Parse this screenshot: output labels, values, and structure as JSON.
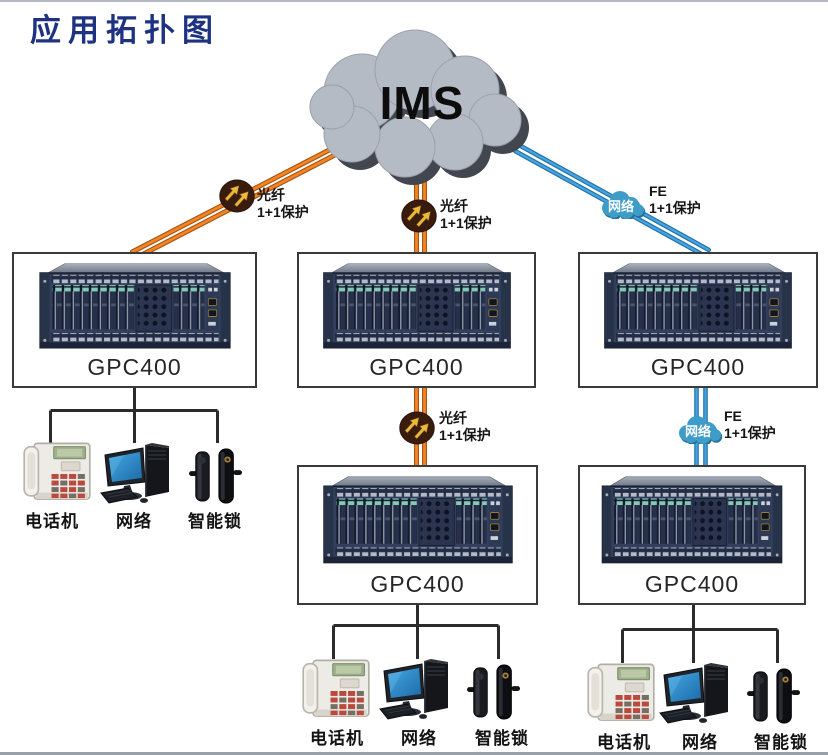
{
  "title": "应用拓扑图",
  "ims_label": "IMS",
  "gpc_label": "GPC400",
  "links": {
    "fiber": {
      "name": "光纤",
      "protection": "1+1保护"
    },
    "fe": {
      "name": "FE",
      "protection": "1+1保护",
      "cloud_text": "网络"
    }
  },
  "endpoints": {
    "phone": "电话机",
    "network": "网络",
    "lock": "智能锁"
  },
  "colors": {
    "title": "#1e3282",
    "fiber_line": "#f08426",
    "fe_line": "#49a3de",
    "tree_line": "#2b2b2b",
    "ims_cloud": "#b5bbc5",
    "net_cloud_icon": "#3e9cc8",
    "fiber_icon": "#3a1c0f",
    "fiber_icon_arrows": "#ecb93c"
  },
  "topology": {
    "core_cloud": "IMS",
    "gpc_node_count": 5,
    "links": [
      {
        "from": "IMS",
        "to": "GPC400-top-left",
        "type": "光纤 1+1保护"
      },
      {
        "from": "IMS",
        "to": "GPC400-top-middle",
        "type": "光纤 1+1保护"
      },
      {
        "from": "IMS",
        "to": "GPC400-top-right",
        "type": "FE 网络 1+1保护"
      },
      {
        "from": "GPC400-top-middle",
        "to": "GPC400-bottom-middle",
        "type": "光纤 1+1保护"
      },
      {
        "from": "GPC400-top-right",
        "to": "GPC400-bottom-right",
        "type": "FE 网络 1+1保护"
      }
    ],
    "endpoint_groups": [
      {
        "parent": "GPC400-top-left",
        "devices": [
          "电话机",
          "网络",
          "智能锁"
        ]
      },
      {
        "parent": "GPC400-bottom-middle",
        "devices": [
          "电话机",
          "网络",
          "智能锁"
        ]
      },
      {
        "parent": "GPC400-bottom-right",
        "devices": [
          "电话机",
          "网络",
          "智能锁"
        ]
      }
    ]
  }
}
